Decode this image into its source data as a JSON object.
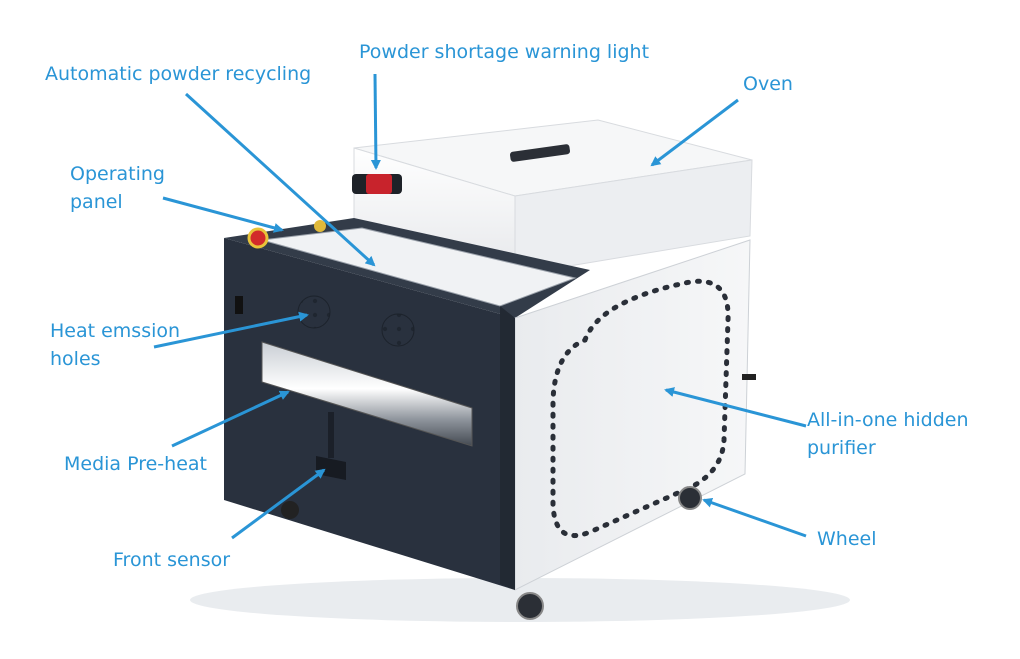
{
  "colors": {
    "label_text": "#2a95d6",
    "arrow": "#2a95d6",
    "machine_body_dark": "#283140",
    "machine_panel_white": "#eef0f2",
    "oven_white": "#f4f5f6"
  },
  "labels": {
    "powder_warning_light": "Powder shortage warning light",
    "auto_powder_recycling": "Automatic powder recycling",
    "oven": "Oven",
    "operating_panel": [
      "Operating",
      "panel"
    ],
    "heat_emission_holes": [
      "Heat emssion",
      "holes"
    ],
    "media_preheat": "Media Pre-heat",
    "front_sensor": "Front sensor",
    "hidden_purifier": [
      "All-in-one hidden",
      "purifier"
    ],
    "wheel": "Wheel"
  }
}
